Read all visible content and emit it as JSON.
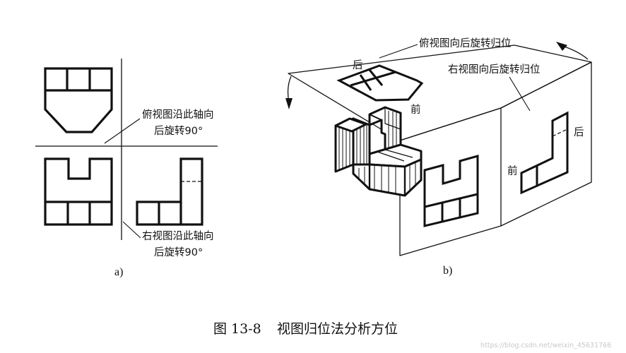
{
  "panel_a": {
    "label": "a)",
    "top_axis_note": [
      "俯视图沿此轴向",
      "后旋转90°"
    ],
    "right_axis_note": [
      "右视图沿此轴向",
      "后旋转90°"
    ]
  },
  "panel_b": {
    "label": "b)",
    "top_plane_note": "俯视图向后旋转归位",
    "right_plane_note": "右视图向后旋转归位",
    "top_view_back": "后",
    "top_view_front": "前",
    "right_view_back": "后",
    "right_view_front": "前"
  },
  "caption": {
    "number": "图 13-8",
    "title": "视图归位法分析方位"
  },
  "watermark": "https://blog.csdn.net/weixin_45631766"
}
